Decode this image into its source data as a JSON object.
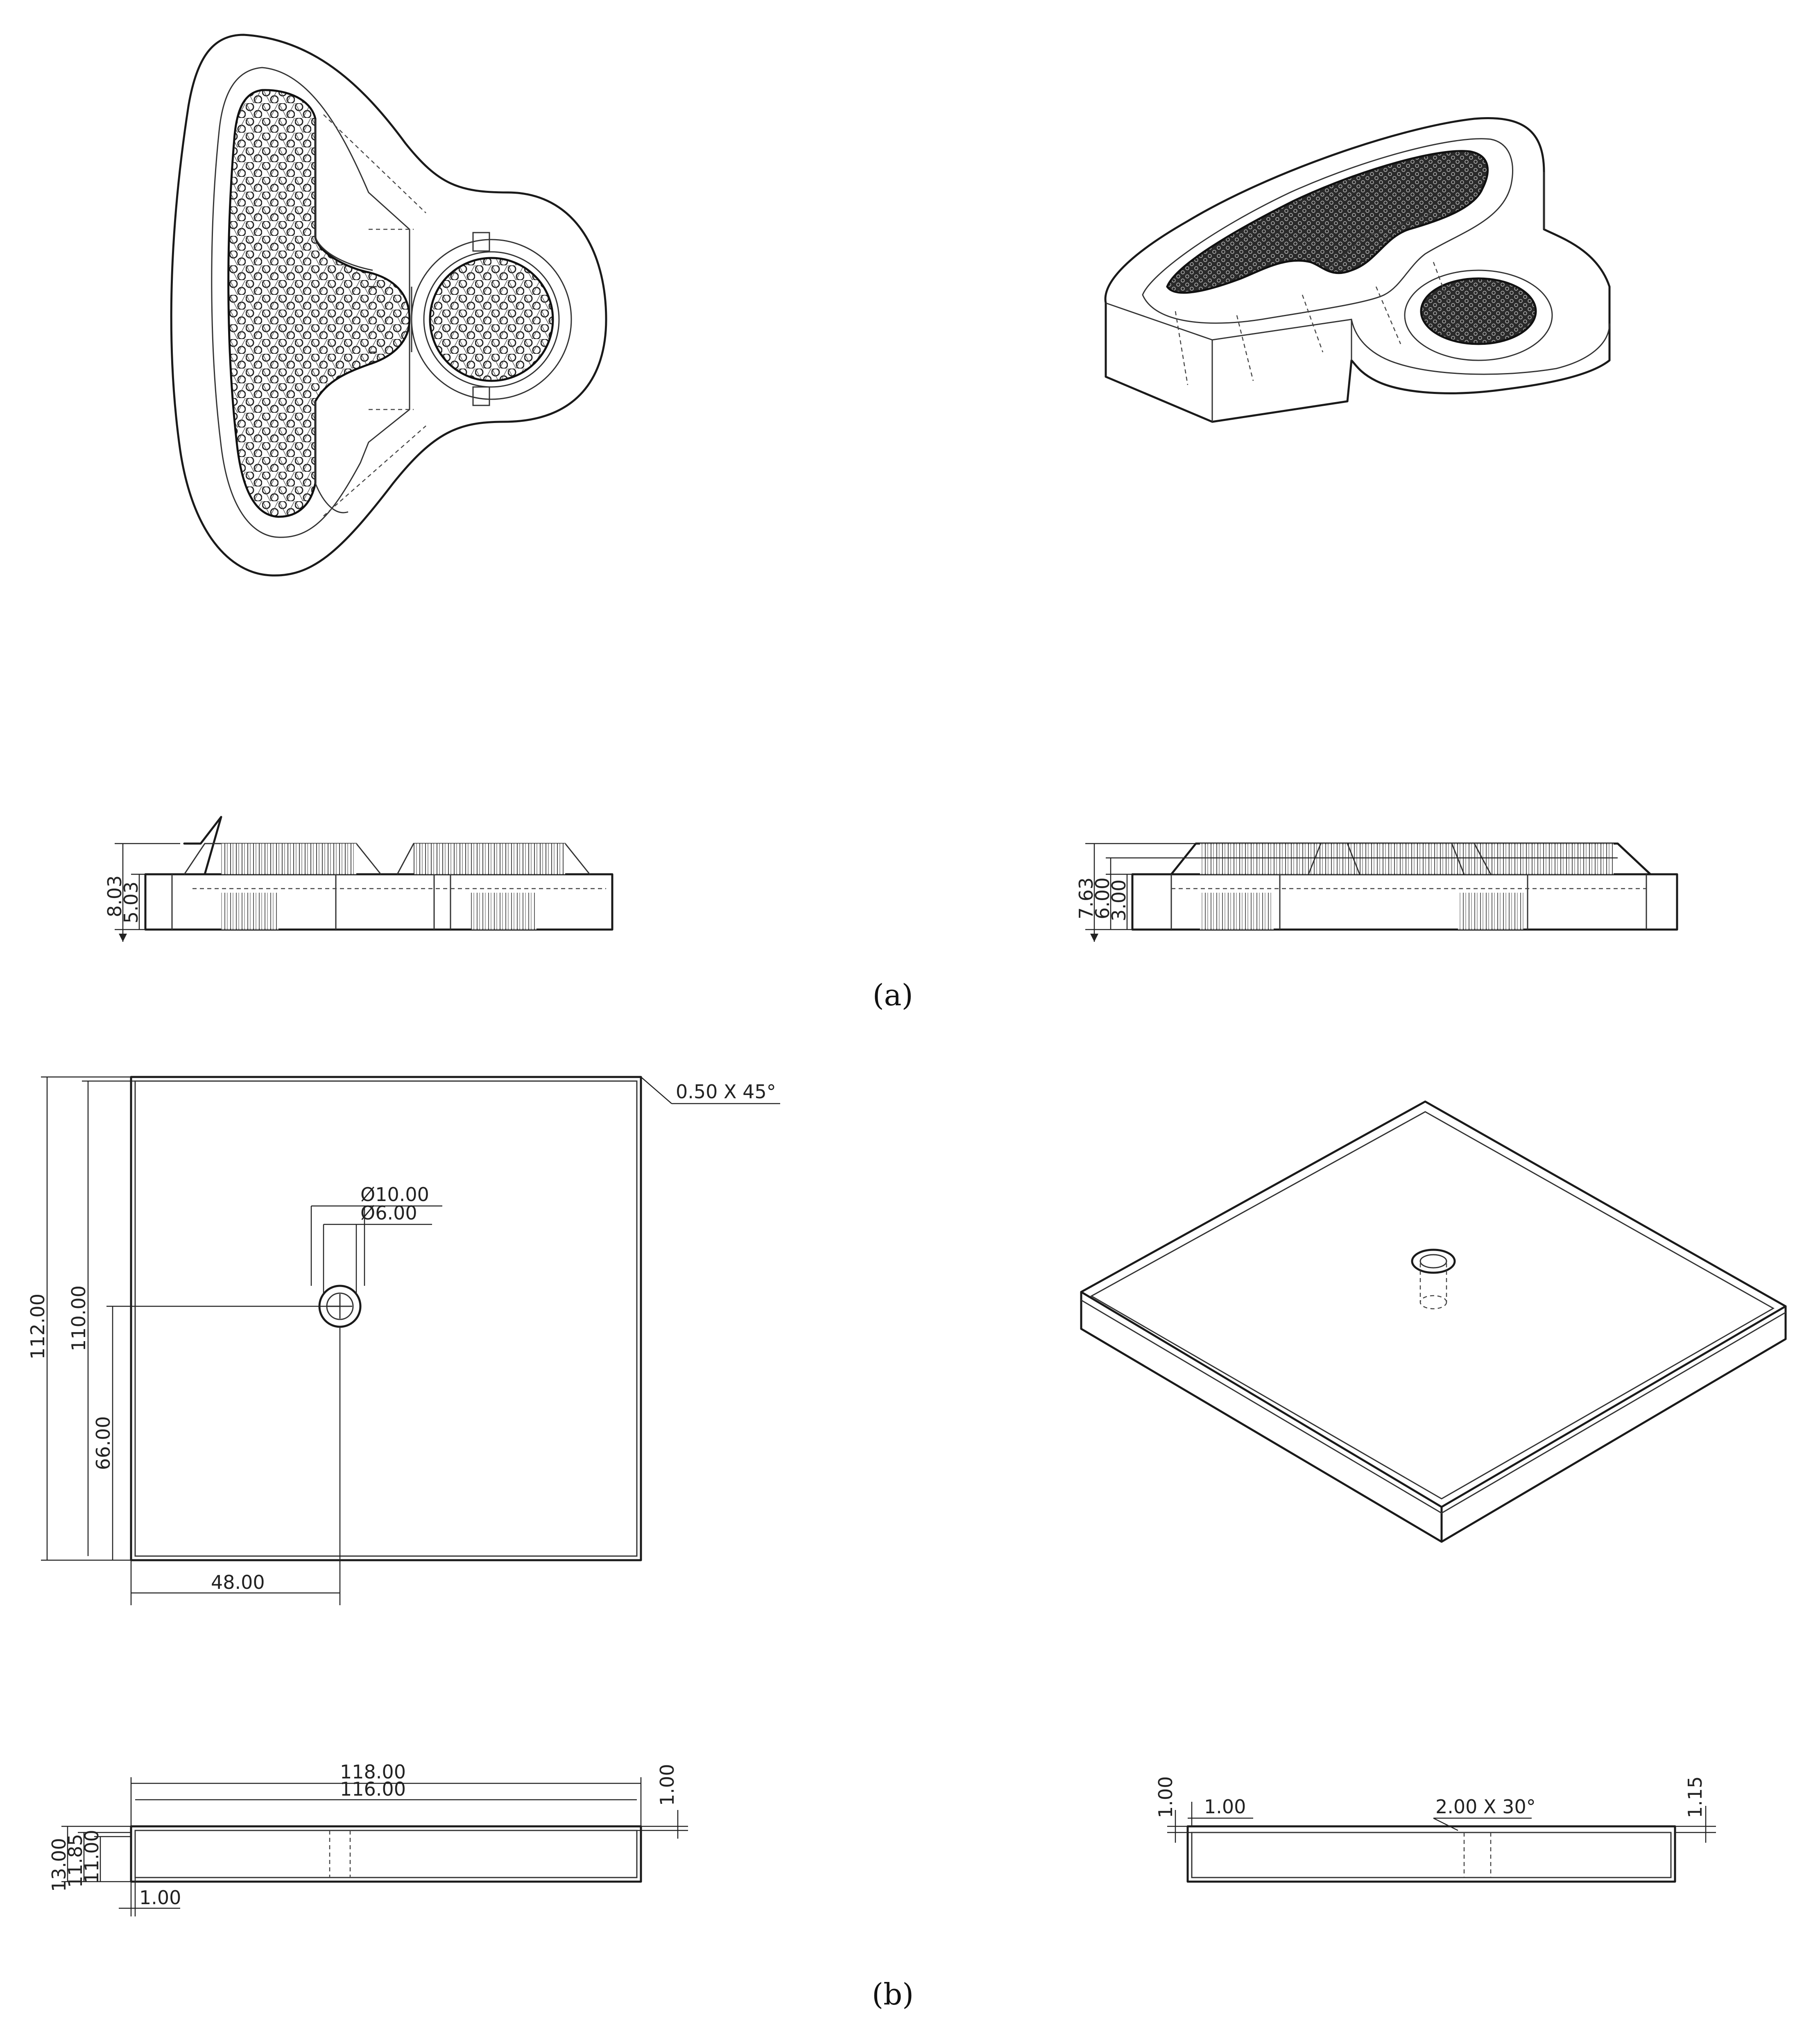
{
  "captions": {
    "a": "(a)",
    "b": "(b)"
  },
  "part_a": {
    "front_left": {
      "overall_height": "8.03",
      "base_height": "5.03"
    },
    "front_right": {
      "overall_height": "7.63",
      "mid_height": "6.00",
      "base_height": "3.00"
    }
  },
  "part_b": {
    "top_view": {
      "chamfer": "0.50 X 45°",
      "hole_outer_dia": "Ø10.00",
      "hole_inner_dia": "Ø6.00",
      "outer_height": "112.00",
      "inner_height": "110.00",
      "hole_y": "66.00",
      "hole_x": "48.00"
    },
    "front_view": {
      "outer_width": "118.00",
      "inner_width": "116.00",
      "lip": "1.00",
      "h13": "13.00",
      "h1185": "11.85",
      "h11": "11.00",
      "bottom_offset": "1.00"
    },
    "side_view": {
      "left_lip": "1.00",
      "left_offset": "1.00",
      "chamfer": "2.00 X 30°",
      "right_height": "1.15"
    }
  }
}
